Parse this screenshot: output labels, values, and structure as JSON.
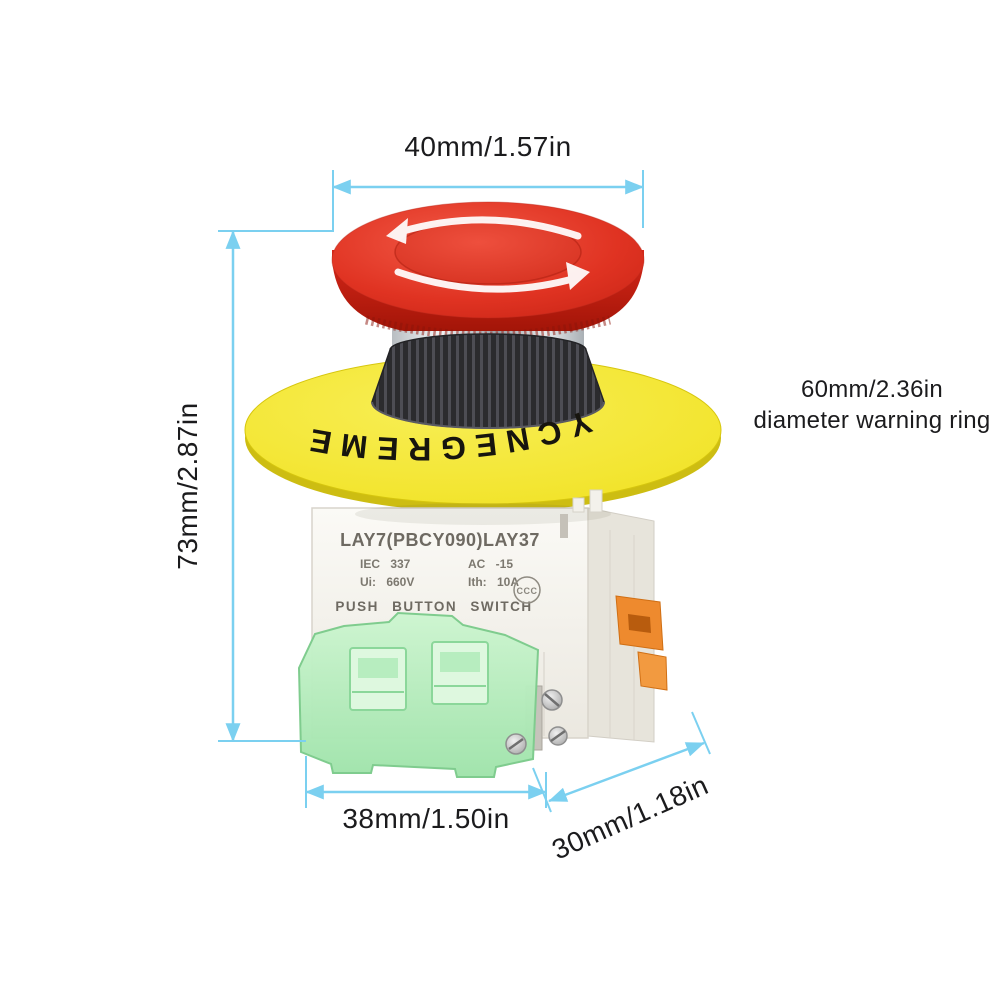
{
  "annotations": {
    "cap_width": "40mm/1.57in",
    "height": "73mm/2.87in",
    "ring_note_line1": "60mm/2.36in",
    "ring_note_line2": "diameter warning ring",
    "body_width": "38mm/1.50in",
    "body_depth": "30mm/1.18in"
  },
  "product": {
    "ring_text": "EMERGENCY",
    "model": "LAY7(PBCY090)LAY37",
    "spec_row1_left": "IEC 337",
    "spec_row1_right": "AC -15",
    "spec_row2_left": "Ui: 660V",
    "spec_row2_right": "Ith: 10A",
    "switch_type": "PUSH BUTTON SWITCH",
    "cert_mark": "CCC"
  },
  "colors": {
    "dimension_line": "#7bd0f0",
    "annotation_text": "#1b1b1d",
    "cap_red": "#e23b28",
    "warning_ring_yellow": "#f2e42c",
    "contact_block_green": "#b9eec0",
    "connector_orange": "#ee8a2e",
    "body_white": "#f7f5f0"
  }
}
